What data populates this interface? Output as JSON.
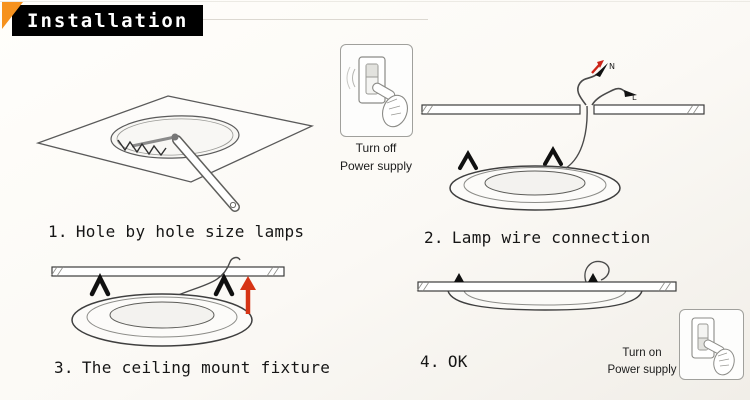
{
  "header": {
    "title": "Installation"
  },
  "steps": [
    {
      "number": "1.",
      "label": "Hole by hole size lamps"
    },
    {
      "number": "2.",
      "label": "Lamp wire connection"
    },
    {
      "number": "3.",
      "label": "The ceiling mount fixture"
    },
    {
      "number": "4.",
      "label": "OK"
    }
  ],
  "power_notes": {
    "off": {
      "line1": "Turn off",
      "line2": "Power supply"
    },
    "on": {
      "line1": "Turn on",
      "line2": "Power supply"
    }
  },
  "illustrations": {
    "step1": {
      "icon": "hole-saw-cutter-icon"
    },
    "step2": {
      "icon": "lamp-wire-connection-icon",
      "wire_labels": [
        "N",
        "L"
      ]
    },
    "step3": {
      "icon": "spring-clip-mount-icon"
    },
    "step4": {
      "icon": "installed-downlight-icon"
    },
    "power_off": {
      "icon": "switch-off-hand-icon"
    },
    "power_on": {
      "icon": "switch-on-hand-icon"
    }
  },
  "colors": {
    "accent_orange": "#f6921e",
    "title_background": "#000000",
    "line_art": "#4a4a4a",
    "arrow_red": "#d63415",
    "background": "#faf8f4"
  }
}
